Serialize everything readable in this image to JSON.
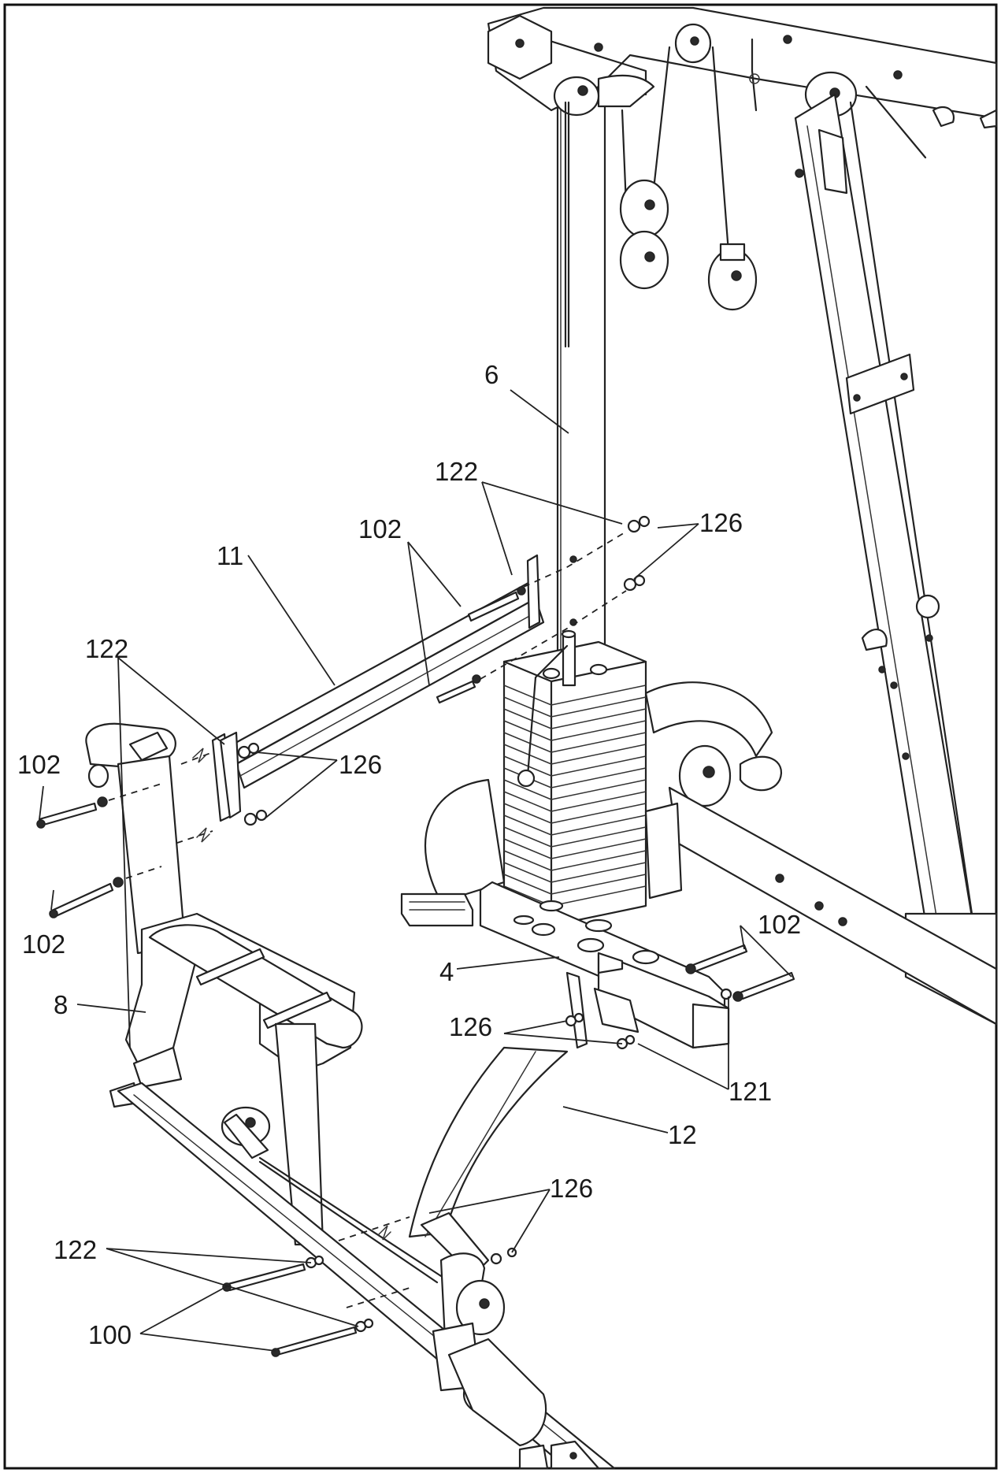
{
  "diagram": {
    "part_labels": {
      "p6": "6",
      "p122_top": "122",
      "p126_top": "126",
      "p102_top": "102",
      "p11": "11",
      "p122_left": "122",
      "p126_mid": "126",
      "p102_left_upper": "102",
      "p102_left_lower": "102",
      "p8": "8",
      "p4": "4",
      "p102_right": "102",
      "p126_lower": "126",
      "p121": "121",
      "p12": "12",
      "p126_bottom": "126",
      "p122_bottom": "122",
      "p100": "100"
    }
  }
}
